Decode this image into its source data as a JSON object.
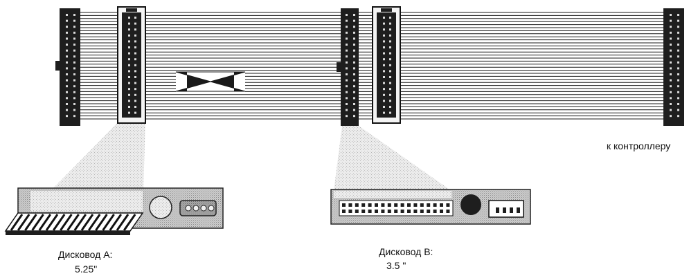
{
  "labels": {
    "to_controller": "к контроллеру",
    "drive_a_name": "Дисковод A:",
    "drive_a_size": "5.25\"",
    "drive_b_name": "Дисковод B:",
    "drive_b_size": "3.5 \""
  },
  "colors": {
    "cable": "#1a1a1a",
    "connector": "#1e1e1e",
    "pin": "#dcdcdc",
    "drive_body": "#b7b7b7",
    "light_cone": "#e3e3e3",
    "background": "#ffffff"
  }
}
